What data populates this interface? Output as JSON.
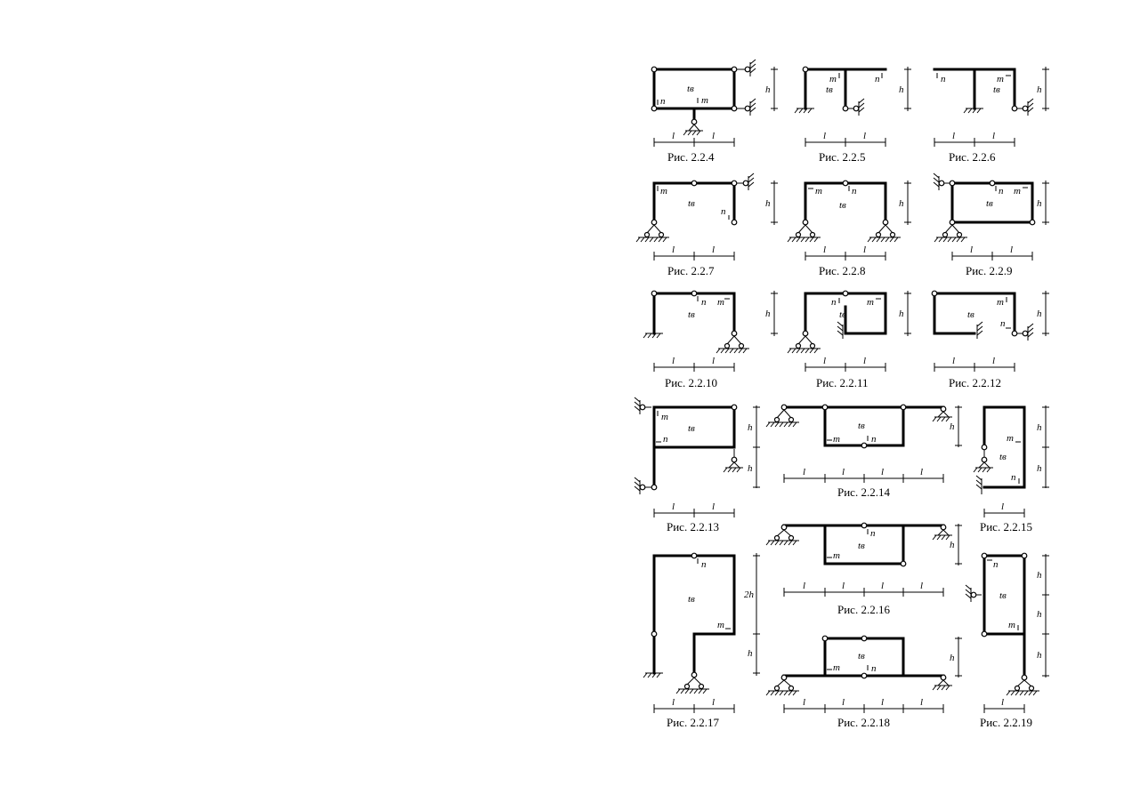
{
  "symbols": {
    "temperature": "tв",
    "span": "l",
    "height": "h",
    "double_height": "2h",
    "point_m": "m",
    "point_n": "n"
  },
  "figures": [
    {
      "id": "2.2.4",
      "caption": "Рис. 2.2.4"
    },
    {
      "id": "2.2.5",
      "caption": "Рис. 2.2.5"
    },
    {
      "id": "2.2.6",
      "caption": "Рис. 2.2.6"
    },
    {
      "id": "2.2.7",
      "caption": "Рис. 2.2.7"
    },
    {
      "id": "2.2.8",
      "caption": "Рис. 2.2.8"
    },
    {
      "id": "2.2.9",
      "caption": "Рис. 2.2.9"
    },
    {
      "id": "2.2.10",
      "caption": "Рис. 2.2.10"
    },
    {
      "id": "2.2.11",
      "caption": "Рис. 2.2.11"
    },
    {
      "id": "2.2.12",
      "caption": "Рис. 2.2.12"
    },
    {
      "id": "2.2.13",
      "caption": "Рис. 2.2.13"
    },
    {
      "id": "2.2.14",
      "caption": "Рис. 2.2.14"
    },
    {
      "id": "2.2.15",
      "caption": "Рис. 2.2.15"
    },
    {
      "id": "2.2.16",
      "caption": "Рис. 2.2.16"
    },
    {
      "id": "2.2.17",
      "caption": "Рис. 2.2.17"
    },
    {
      "id": "2.2.18",
      "caption": "Рис. 2.2.18"
    },
    {
      "id": "2.2.19",
      "caption": "Рис. 2.2.19"
    }
  ]
}
